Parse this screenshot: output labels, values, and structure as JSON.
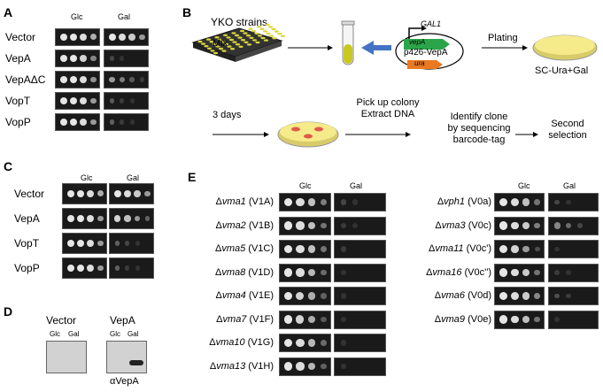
{
  "panelA": {
    "letter": "A",
    "glc": "Glc",
    "gal": "Gal",
    "rows": [
      {
        "label": "Vector",
        "glc": [
          1,
          1,
          0.95,
          0.7
        ],
        "gal": [
          1,
          0.95,
          0.85,
          0.6
        ]
      },
      {
        "label": "VepA",
        "glc": [
          1,
          1,
          0.9,
          0.5
        ],
        "gal": [
          0.15,
          0.05,
          0,
          0
        ]
      },
      {
        "label": "VepAΔC",
        "glc": [
          1,
          1,
          0.95,
          0.55
        ],
        "gal": [
          0.6,
          0.45,
          0.25,
          0.1
        ]
      },
      {
        "label": "VopT",
        "glc": [
          1,
          1,
          0.95,
          0.6
        ],
        "gal": [
          0.25,
          0.1,
          0.05,
          0
        ]
      },
      {
        "label": "VopP",
        "glc": [
          1,
          1,
          0.95,
          0.6
        ],
        "gal": [
          0.3,
          0.1,
          0.05,
          0
        ]
      }
    ]
  },
  "panelB": {
    "letter": "B",
    "yko": "YKO strains",
    "mix": "Mix",
    "gal1": "GAL1",
    "plasmid": "p426-VepA",
    "vepA": "vepA",
    "ura": "ura",
    "plating": "Plating",
    "medium": "SC-Ura+Gal",
    "days": "3 days",
    "pick1": "Pick up colony",
    "pick2": "Extract DNA",
    "id1": "Identify clone",
    "id2": "by sequencing",
    "id3": "barcode-tag",
    "sec1": "Second",
    "sec2": "selection"
  },
  "panelC": {
    "letter": "C",
    "glc": "Glc",
    "gal": "Gal",
    "rows": [
      {
        "label": "Vector",
        "glc": [
          1,
          1,
          0.95,
          0.7
        ],
        "gal": [
          1,
          0.95,
          0.85,
          0.6
        ]
      },
      {
        "label": "VepA",
        "glc": [
          1,
          1,
          0.95,
          0.6
        ],
        "gal": [
          0.9,
          0.8,
          0.6,
          0.3
        ]
      },
      {
        "label": "VopT",
        "glc": [
          1,
          1,
          0.95,
          0.6
        ],
        "gal": [
          0.3,
          0.15,
          0.05,
          0
        ]
      },
      {
        "label": "VopP",
        "glc": [
          1,
          1,
          0.95,
          0.6
        ],
        "gal": [
          0.3,
          0.1,
          0.05,
          0
        ]
      }
    ]
  },
  "panelD": {
    "letter": "D",
    "vector": "Vector",
    "vepa": "VepA",
    "glc": "Glc",
    "gal": "Gal",
    "antibody": "αVepA"
  },
  "panelE": {
    "letter": "E",
    "glc": "Glc",
    "gal": "Gal",
    "left": [
      {
        "gene": "vma1",
        "sub": "(V1A)",
        "glc": [
          1,
          0.95,
          0.8,
          0.45
        ],
        "gal": [
          0.15,
          0.05,
          0,
          0
        ]
      },
      {
        "gene": "vma2",
        "sub": "(V1B)",
        "glc": [
          1,
          0.95,
          0.8,
          0.4
        ],
        "gal": [
          0.1,
          0.05,
          0,
          0
        ]
      },
      {
        "gene": "vma5",
        "sub": "(V1C)",
        "glc": [
          1,
          0.95,
          0.8,
          0.4
        ],
        "gal": [
          0.1,
          0,
          0,
          0
        ]
      },
      {
        "gene": "vma8",
        "sub": "(V1D)",
        "glc": [
          1,
          0.95,
          0.75,
          0.35
        ],
        "gal": [
          0.05,
          0,
          0,
          0
        ]
      },
      {
        "gene": "vma4",
        "sub": "(V1E)",
        "glc": [
          1,
          0.9,
          0.7,
          0.3
        ],
        "gal": [
          0.05,
          0,
          0,
          0
        ]
      },
      {
        "gene": "vma7",
        "sub": "(V1F)",
        "glc": [
          1,
          0.9,
          0.7,
          0.25
        ],
        "gal": [
          0.05,
          0,
          0,
          0
        ]
      },
      {
        "gene": "vma10",
        "sub": "(V1G)",
        "glc": [
          1,
          0.95,
          0.75,
          0.35
        ],
        "gal": [
          0.05,
          0,
          0,
          0
        ]
      },
      {
        "gene": "vma13",
        "sub": "(V1H)",
        "glc": [
          1,
          0.95,
          0.75,
          0.3
        ],
        "gal": [
          0.05,
          0,
          0,
          0
        ]
      }
    ],
    "right": [
      {
        "gene": "vph1",
        "sub": "(V0a)",
        "glc": [
          1,
          0.95,
          0.8,
          0.4
        ],
        "gal": [
          0.15,
          0.05,
          0,
          0
        ]
      },
      {
        "gene": "vma3",
        "sub": "(V0c)",
        "glc": [
          1,
          0.95,
          0.85,
          0.45
        ],
        "gal": [
          0.5,
          0.35,
          0.15,
          0
        ]
      },
      {
        "gene": "vma11",
        "sub": "(V0c')",
        "glc": [
          1,
          0.9,
          0.6,
          0.2
        ],
        "gal": [
          0.05,
          0,
          0,
          0
        ]
      },
      {
        "gene": "vma16",
        "sub": "(V0c'')",
        "glc": [
          1,
          0.95,
          0.85,
          0.4
        ],
        "gal": [
          0.1,
          0.05,
          0,
          0
        ]
      },
      {
        "gene": "vma6",
        "sub": "(V0d)",
        "glc": [
          1,
          0.95,
          0.85,
          0.5
        ],
        "gal": [
          0.2,
          0.1,
          0,
          0
        ]
      },
      {
        "gene": "vma9",
        "sub": "(V0e)",
        "glc": [
          1,
          0.95,
          0.8,
          0.4
        ],
        "gal": [
          0.05,
          0,
          0,
          0
        ]
      }
    ]
  }
}
